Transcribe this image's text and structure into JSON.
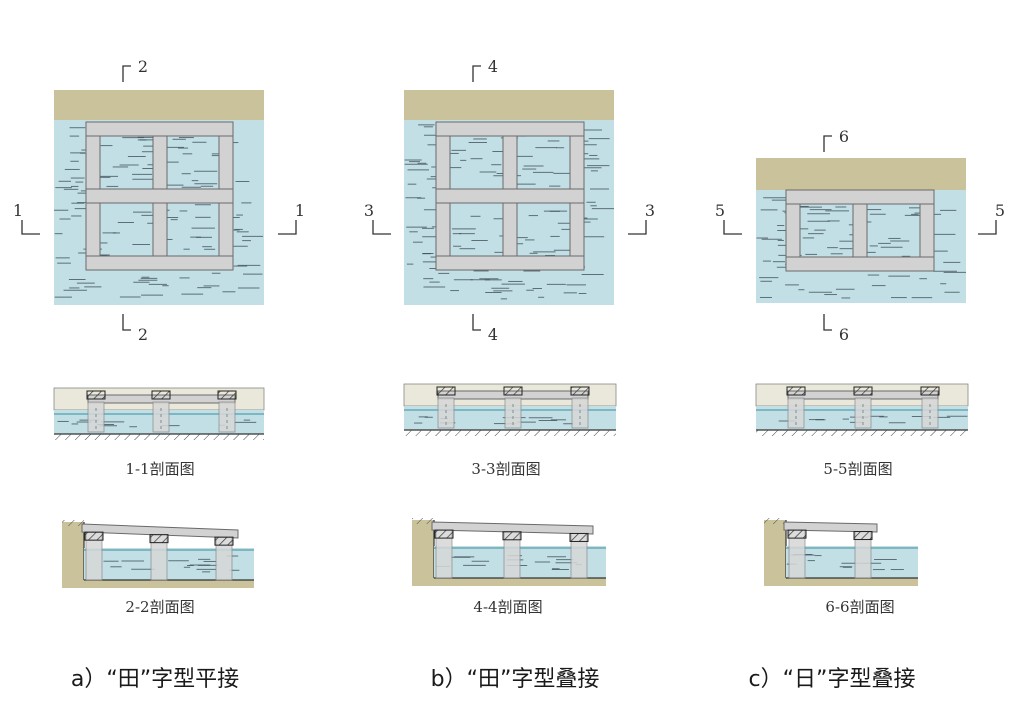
{
  "colors": {
    "soil": "#c9c29b",
    "soil_dark": "#b9b186",
    "water": "#c2dfe5",
    "water_line": "#3a4a55",
    "beam": "#d2d2d2",
    "beam_stroke": "#6a6a6a",
    "hatch": "#333333",
    "section_fill": "#e9e8da"
  },
  "panels": [
    {
      "id": "a",
      "subtitle": "a）“田”字型平接",
      "plan_cut_labels": {
        "top": "2",
        "bottom": "2",
        "left": "1",
        "right": "1"
      },
      "section_long_caption": "1-1剖面图",
      "section_cross_caption": "2-2剖面图"
    },
    {
      "id": "b",
      "subtitle": "b）“田”字型叠接",
      "plan_cut_labels": {
        "top": "4",
        "bottom": "4",
        "left": "3",
        "right": "3"
      },
      "section_long_caption": "3-3剖面图",
      "section_cross_caption": "4-4剖面图"
    },
    {
      "id": "c",
      "subtitle": "c）“日”字型叠接",
      "plan_cut_labels": {
        "top": "6",
        "bottom": "6",
        "left": "5",
        "right": "5"
      },
      "section_long_caption": "5-5剖面图",
      "section_cross_caption": "6-6剖面图"
    }
  ]
}
